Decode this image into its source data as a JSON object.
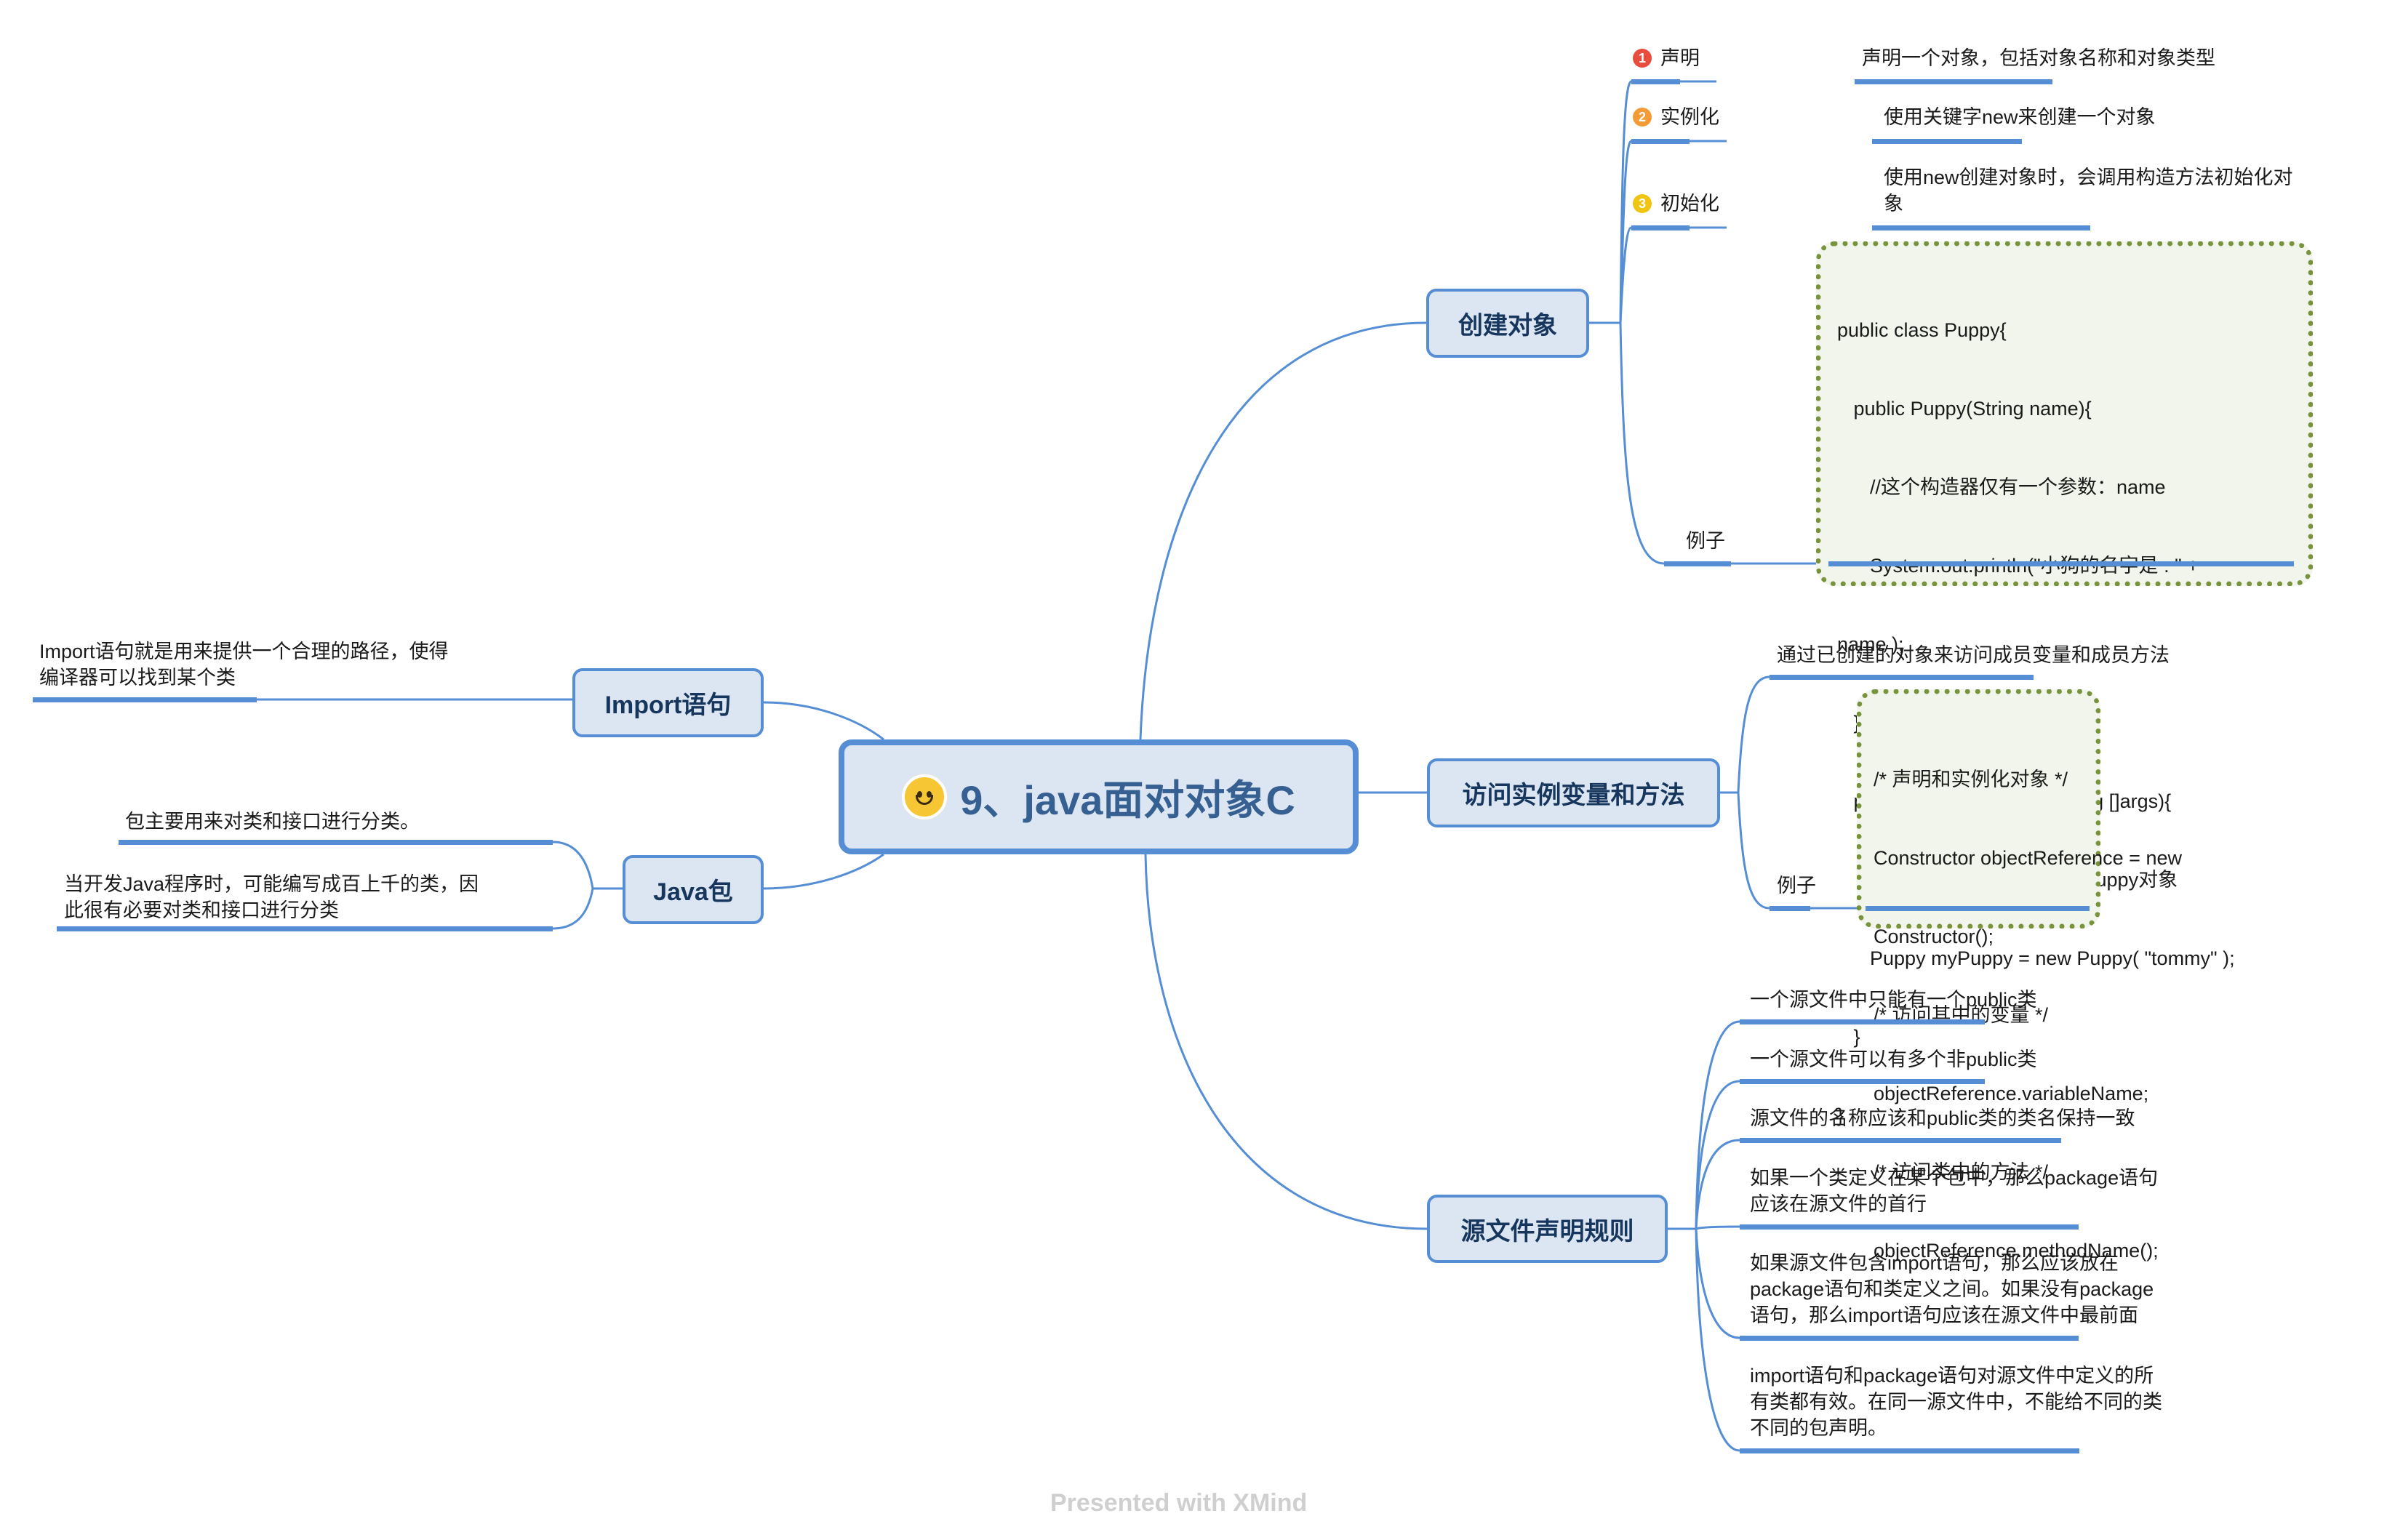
{
  "central": {
    "title": "9、java面对对象C",
    "icon": "smiley-icon"
  },
  "colors": {
    "line": "#558ed5",
    "node_fill": "#dce6f2",
    "node_text": "#17365d",
    "code_border": "#77933c",
    "code_fill": "#f2f5eb",
    "badge1": "#e84c3d",
    "badge2": "#f39c35",
    "badge3": "#f1c40f"
  },
  "branches": {
    "create": {
      "title": "创建对象",
      "items": [
        {
          "badge": "1",
          "label": "声明",
          "detail": [
            "声明一个对象，包括对象名称和对象类型"
          ]
        },
        {
          "badge": "2",
          "label": "实例化",
          "detail": [
            "使用关键字new来创建一个对象"
          ]
        },
        {
          "badge": "3",
          "label": "初始化",
          "detail": [
            "使用new创建对象时，会调用构造方法初始化对",
            "象"
          ]
        }
      ],
      "example_label": "例子",
      "code": [
        "public class Puppy{",
        "   public Puppy(String name){",
        "      //这个构造器仅有一个参数：name",
        "      System.out.println(\"小狗的名字是 : \" +",
        "name );",
        "   }",
        "   public static void main(String []args){",
        "      // 下面的语句将创建一个Puppy对象",
        "      Puppy myPuppy = new Puppy( \"tommy\" );",
        "   }",
        "}"
      ]
    },
    "access": {
      "title": "访问实例变量和方法",
      "description": "通过已创建的对象来访问成员变量和成员方法",
      "example_label": "例子",
      "code": [
        "/* 声明和实例化对象 */",
        "Constructor objectReference = new",
        "Constructor();",
        "/* 访问其中的变量 */",
        "objectReference.variableName;",
        "/* 访问类中的方法 */",
        "objectReference.methodName();"
      ]
    },
    "rules": {
      "title": "源文件声明规则",
      "items": [
        [
          "一个源文件中只能有一个public类"
        ],
        [
          "一个源文件可以有多个非public类"
        ],
        [
          "源文件的名称应该和public类的类名保持一致"
        ],
        [
          "如果一个类定义在某个包中，那么package语句",
          "应该在源文件的首行"
        ],
        [
          "如果源文件包含import语句，那么应该放在",
          "package语句和类定义之间。如果没有package",
          "语句，那么import语句应该在源文件中最前面"
        ],
        [
          "import语句和package语句对源文件中定义的所",
          "有类都有效。在同一源文件中，不能给不同的类",
          "不同的包声明。"
        ]
      ]
    },
    "import": {
      "title": "Import语句",
      "detail": [
        "Import语句就是用来提供一个合理的路径，使得",
        "编译器可以找到某个类"
      ]
    },
    "package": {
      "title": "Java包",
      "items": [
        [
          "包主要用来对类和接口进行分类。"
        ],
        [
          "当开发Java程序时，可能编写成百上千的类，因",
          "此很有必要对类和接口进行分类"
        ]
      ]
    }
  },
  "watermark": "Presented with XMind"
}
